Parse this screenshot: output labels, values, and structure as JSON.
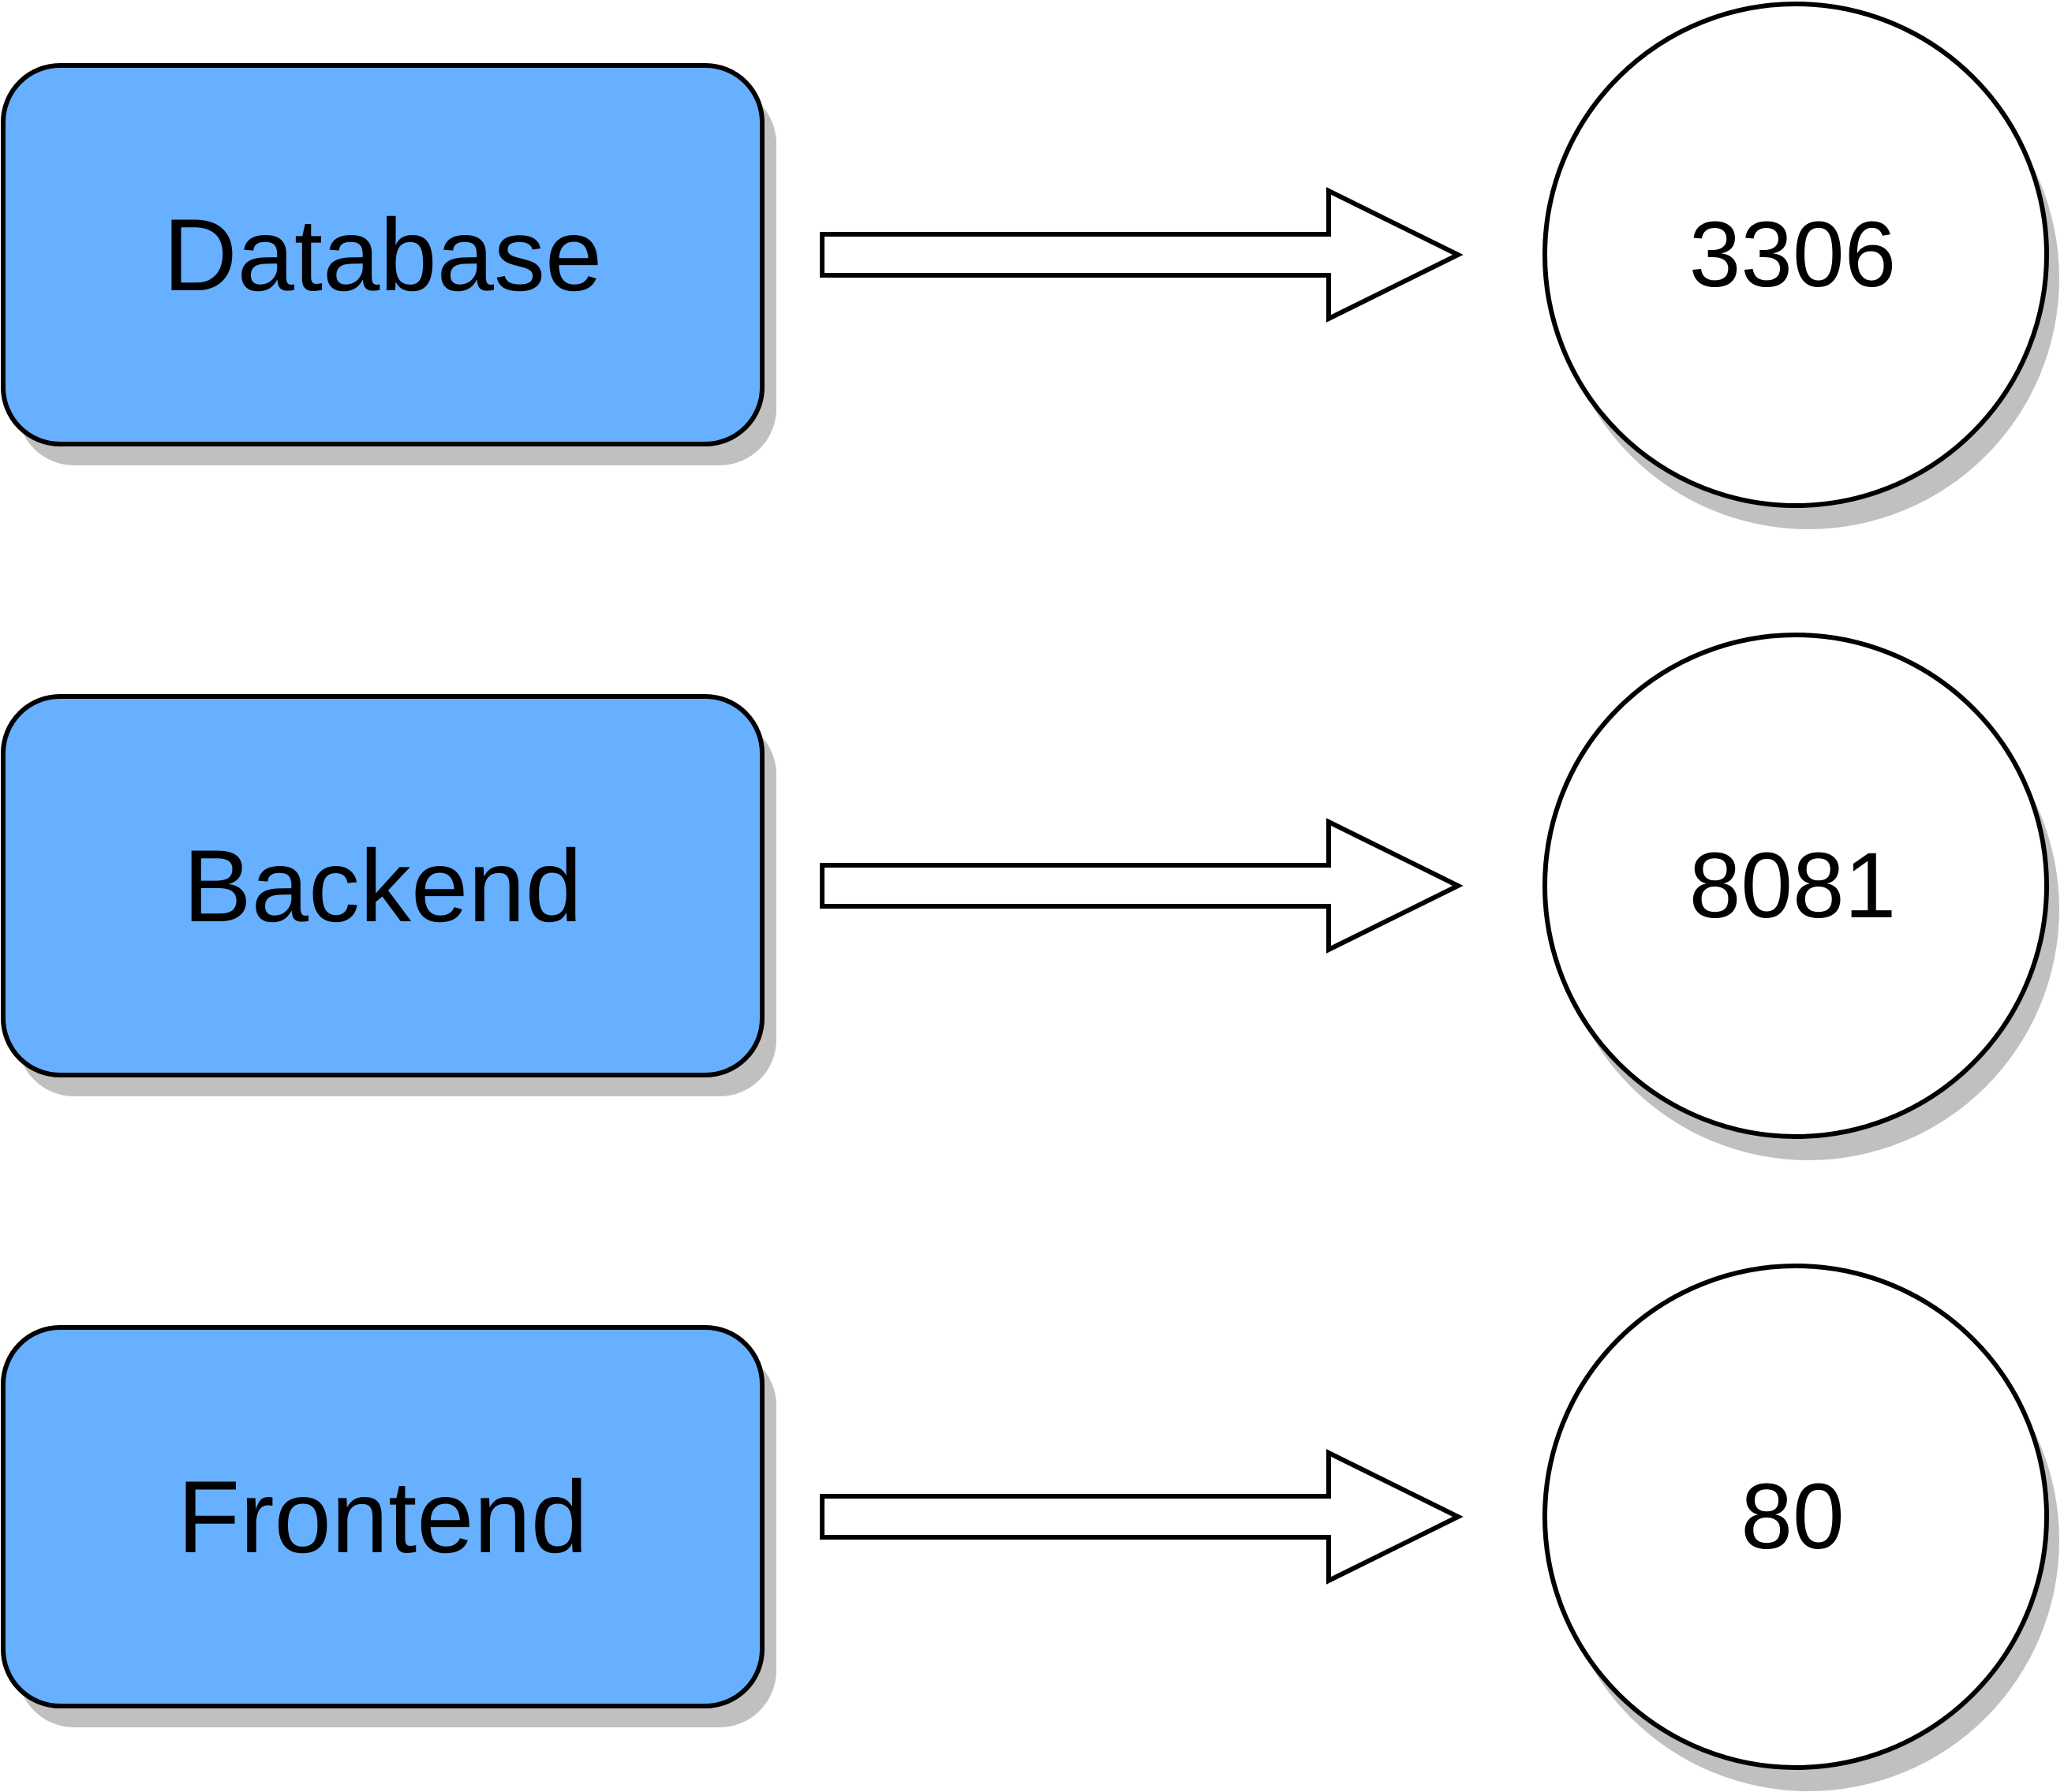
{
  "colors": {
    "service_fill": "#66b0ff",
    "stroke": "#000000",
    "shadow": "#c0c0c0",
    "port_fill": "#ffffff",
    "arrow_fill": "#ffffff"
  },
  "rows": [
    {
      "service": "Database",
      "port": "3306"
    },
    {
      "service": "Backend",
      "port": "8081"
    },
    {
      "service": "Frontend",
      "port": "80"
    }
  ]
}
